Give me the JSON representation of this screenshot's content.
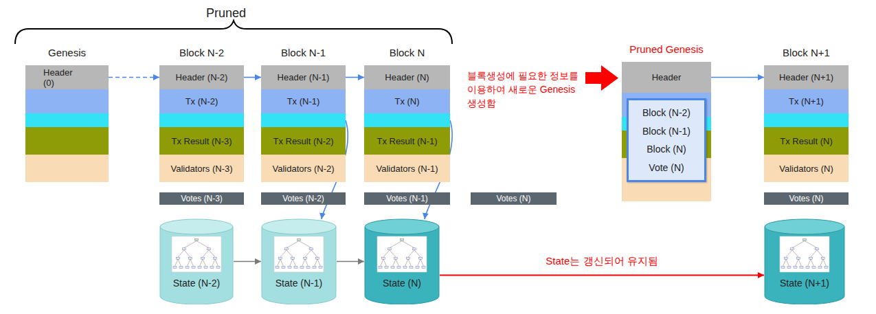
{
  "diagram": {
    "nodes": [
      {
        "text": [
          "Genesis"
        ]
      },
      {
        "text": [
          "Header (0)"
        ],
        "in": 0
      },
      {
        "text": [
          "Block N-2"
        ]
      },
      {
        "text": [
          "Header (N-2)"
        ],
        "in": 2
      },
      {
        "text": [
          "Tx (N-2)"
        ],
        "in": 2
      },
      {
        "text": [
          "Tx Result (N-3)"
        ],
        "in": 2
      },
      {
        "text": [
          "Validators (N-3)"
        ],
        "in": 2
      },
      {
        "text": [
          "Votes (N-3)"
        ]
      },
      {
        "text": [
          "Block N-1"
        ]
      },
      {
        "text": [
          "Header (N-1)"
        ],
        "in": 8
      },
      {
        "text": [
          "Tx (N-1)"
        ],
        "in": 8
      },
      {
        "text": [
          "Tx Result (N-2)"
        ],
        "in": 8
      },
      {
        "text": [
          "Validators (N-2)"
        ],
        "in": 8
      },
      {
        "text": [
          "Votes (N-2)"
        ]
      },
      {
        "text": [
          "Block N"
        ]
      },
      {
        "text": [
          "Header (N)"
        ],
        "in": 14
      },
      {
        "text": [
          "Tx (N)"
        ],
        "in": 14
      },
      {
        "text": [
          "Tx Result (N-1)"
        ],
        "in": 14
      },
      {
        "text": [
          "Validators (N-1)"
        ],
        "in": 14
      },
      {
        "text": [
          "Votes (N-1)"
        ]
      },
      {
        "text": [
          "Votes (N)"
        ]
      },
      {
        "text": [
          "Pruned Genesis"
        ]
      },
      {
        "text": [
          "Header"
        ],
        "in": 21
      },
      {
        "text": [
          "Block (N-2)",
          "Block (N-1)",
          "Block (N)",
          "Vote (N)"
        ],
        "in": 21
      },
      {
        "text": [
          "Block N+1"
        ]
      },
      {
        "text": [
          "Header (N+1)"
        ],
        "in": 24
      },
      {
        "text": [
          "Tx (N+1)"
        ],
        "in": 24
      },
      {
        "text": [
          "Tx Result (N)"
        ],
        "in": 24
      },
      {
        "text": [
          "Validators (N)"
        ],
        "in": 24
      },
      {
        "text": [
          "Votes (N)"
        ]
      },
      {
        "text": [
          "State (N-2)"
        ]
      },
      {
        "text": [
          "State (N-1)"
        ]
      },
      {
        "text": [
          "State (N)"
        ]
      },
      {
        "text": [
          "State (N+1)"
        ]
      }
    ],
    "edges": [
      {
        "from": 1,
        "to": 3,
        "arrow": "to"
      },
      {
        "from": 3,
        "to": 9,
        "arrow": "to"
      },
      {
        "from": 9,
        "to": 15,
        "arrow": "to"
      },
      {
        "from": 22,
        "to": 25,
        "arrow": "to"
      },
      {
        "from": 8,
        "to": 31,
        "arrow": "to"
      },
      {
        "from": 14,
        "to": 32,
        "arrow": "to"
      },
      {
        "from": 30,
        "to": 31,
        "arrow": "to"
      },
      {
        "from": 31,
        "to": 32,
        "arrow": "to"
      },
      {
        "from": 32,
        "to": 33,
        "arrow": "to",
        "label": "State는 갱신되어 유지됨"
      }
    ],
    "labels": [
      "Pruned",
      "블록생성에 필요한 정보를 이용하여 새로운 Genesis 생성함"
    ]
  }
}
